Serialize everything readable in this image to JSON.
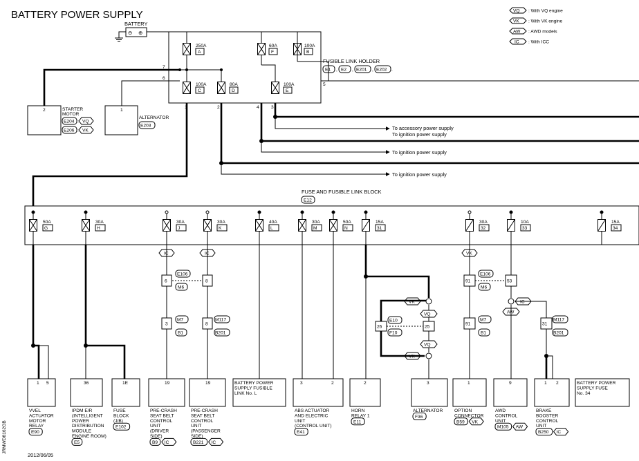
{
  "title": "BATTERY POWER SUPPLY",
  "legend": [
    {
      "tag": "VQ",
      "text": ": With VQ engine"
    },
    {
      "tag": "VK",
      "text": ": With VK engine"
    },
    {
      "tag": "AW",
      "text": ": AWD models"
    },
    {
      "tag": "IC",
      "text": ": With ICC"
    }
  ],
  "battery": {
    "label": "BATTERY",
    "neg": "⊖",
    "pos": "⊕"
  },
  "fusible_link_holder": {
    "label": "FUSIBLE LINK HOLDER",
    "connectors": [
      "E1",
      "E2",
      "E201",
      "E202"
    ],
    "sep1": ",",
    "sep2": ",",
    "sep3": ",",
    "end": ".",
    "fuses": [
      {
        "amp": "250A",
        "id": "A"
      },
      {
        "amp": "60A",
        "id": "F"
      },
      {
        "amp": "100A",
        "id": "B"
      },
      {
        "amp": "100A",
        "id": "C"
      },
      {
        "amp": "80A",
        "id": "D"
      },
      {
        "amp": "100A",
        "id": "E"
      }
    ],
    "pins": {
      "p7": "7",
      "p6": "6",
      "p1": "1",
      "p2": "2",
      "p4": "4",
      "p3": "3",
      "p5": "5"
    }
  },
  "starter": {
    "pin": "2",
    "l1": "STARTER",
    "l2": "MOTOR",
    "c1": "E204",
    "t1": "VQ",
    "c2": "E206",
    "t2": "VK",
    "sep1": ":",
    "sep2": ":"
  },
  "alternator_top": {
    "pin": "1",
    "label": "ALTERNATOR",
    "conn": "E203"
  },
  "supply_labels": {
    "acc1": "To accessory power supply",
    "acc2": "To ignition power supply",
    "ign1": "To ignition power supply",
    "ign2": "To ignition power supply"
  },
  "fuse_block": {
    "label": "FUSE AND FUSIBLE LINK BLOCK",
    "conn": "E12",
    "fuses": [
      {
        "amp": "50A",
        "id": "G"
      },
      {
        "amp": "30A",
        "id": "H"
      },
      {
        "amp": "30A",
        "id": "J"
      },
      {
        "amp": "30A",
        "id": "K"
      },
      {
        "amp": "40A",
        "id": "L"
      },
      {
        "amp": "30A",
        "id": "M"
      },
      {
        "amp": "50A",
        "id": "N"
      },
      {
        "amp": "15A",
        "id": "31"
      },
      {
        "amp": "30A",
        "id": "32"
      },
      {
        "amp": "10A",
        "id": "33"
      },
      {
        "amp": "15A",
        "id": "34"
      }
    ]
  },
  "junctions": {
    "ic1": "IC",
    "ic2": "IC",
    "vk1": "VK",
    "e106a": "E106",
    "m6a": "M6",
    "e106b": "E106",
    "m6b": "M6",
    "p6": "6",
    "p8a": "8",
    "p91a": "91",
    "p53": "53",
    "m7a": "M7",
    "b1a": "B1",
    "p3": "3",
    "m117a": "M117",
    "b201a": "B201",
    "p8b": "8",
    "m7b": "M7",
    "b1b": "B1",
    "p91b": "91",
    "m117b": "M117",
    "b201b": "B201",
    "p31": "31",
    "vk2": "VK",
    "vq2": "VQ",
    "e10": "E10",
    "f10": "F10",
    "p26": "26",
    "p25": "25",
    "vq3": "VQ",
    "vk3": "VK",
    "ic3": "IC",
    "aw1": "AW"
  },
  "components": [
    {
      "pins": [
        "1",
        "5"
      ],
      "lines": [
        "VVEL",
        "ACTUATOR",
        "MOTOR",
        "RELAY"
      ],
      "conn": "E90",
      "tag": ""
    },
    {
      "pins": [
        "36"
      ],
      "lines": [
        "IPDM E/R",
        "(INTELLIGENT",
        "POWER",
        "DISTRIBUTION",
        "MODULE",
        "ENGINE ROOM)"
      ],
      "conn": "E5",
      "tag": ""
    },
    {
      "pins": [
        "1E"
      ],
      "lines": [
        "FUSE",
        "BLOCK",
        "(J/B)"
      ],
      "conn": "E102",
      "tag": ""
    },
    {
      "pins": [
        "19"
      ],
      "lines": [
        "PRE-CRASH",
        "SEAT BELT",
        "CONTROL",
        "UNIT",
        "(DRIVER",
        "SIDE)"
      ],
      "conn": "B9",
      "tag": "IC"
    },
    {
      "pins": [
        "19"
      ],
      "lines": [
        "PRE-CRASH",
        "SEAT BELT",
        "CONTROL",
        "UNIT",
        "(PASSENGER",
        "SIDE)"
      ],
      "conn": "B221",
      "tag": "IC"
    },
    {
      "pins": [],
      "lines": [
        "BATTERY POWER",
        "SUPPLY FUSIBLE",
        "LINK No. L"
      ],
      "conn": "",
      "tag": ""
    },
    {
      "pins": [
        "3",
        "2"
      ],
      "lines": [
        "ABS ACTUATOR",
        "AND ELECTRIC",
        "UNIT",
        "(CONTROL UNIT)"
      ],
      "conn": "E41",
      "tag": ""
    },
    {
      "pins": [
        "2"
      ],
      "lines": [
        "HORN",
        "RELAY 1"
      ],
      "conn": "E11",
      "tag": ""
    },
    {
      "pins": [
        "3"
      ],
      "lines": [
        "ALTERNATOR"
      ],
      "conn": "F36",
      "tag": ""
    },
    {
      "pins": [
        "1"
      ],
      "lines": [
        "OPTION",
        "CONNECTOR"
      ],
      "conn": "B59",
      "tag": "VK"
    },
    {
      "pins": [
        "9"
      ],
      "lines": [
        "AWD",
        "CONTROL",
        "UNIT"
      ],
      "conn": "M105",
      "tag": "AW"
    },
    {
      "pins": [
        "1",
        "2"
      ],
      "lines": [
        "BRAKE",
        "BOOSTER",
        "CONTROL",
        "UNIT"
      ],
      "conn": "B250",
      "tag": "IC"
    },
    {
      "pins": [],
      "lines": [
        "BATTERY POWER",
        "SUPPLY FUSE",
        "No. 34"
      ],
      "conn": "",
      "tag": ""
    }
  ],
  "date": "2012/06/05",
  "code": "JRMWD8162GB"
}
